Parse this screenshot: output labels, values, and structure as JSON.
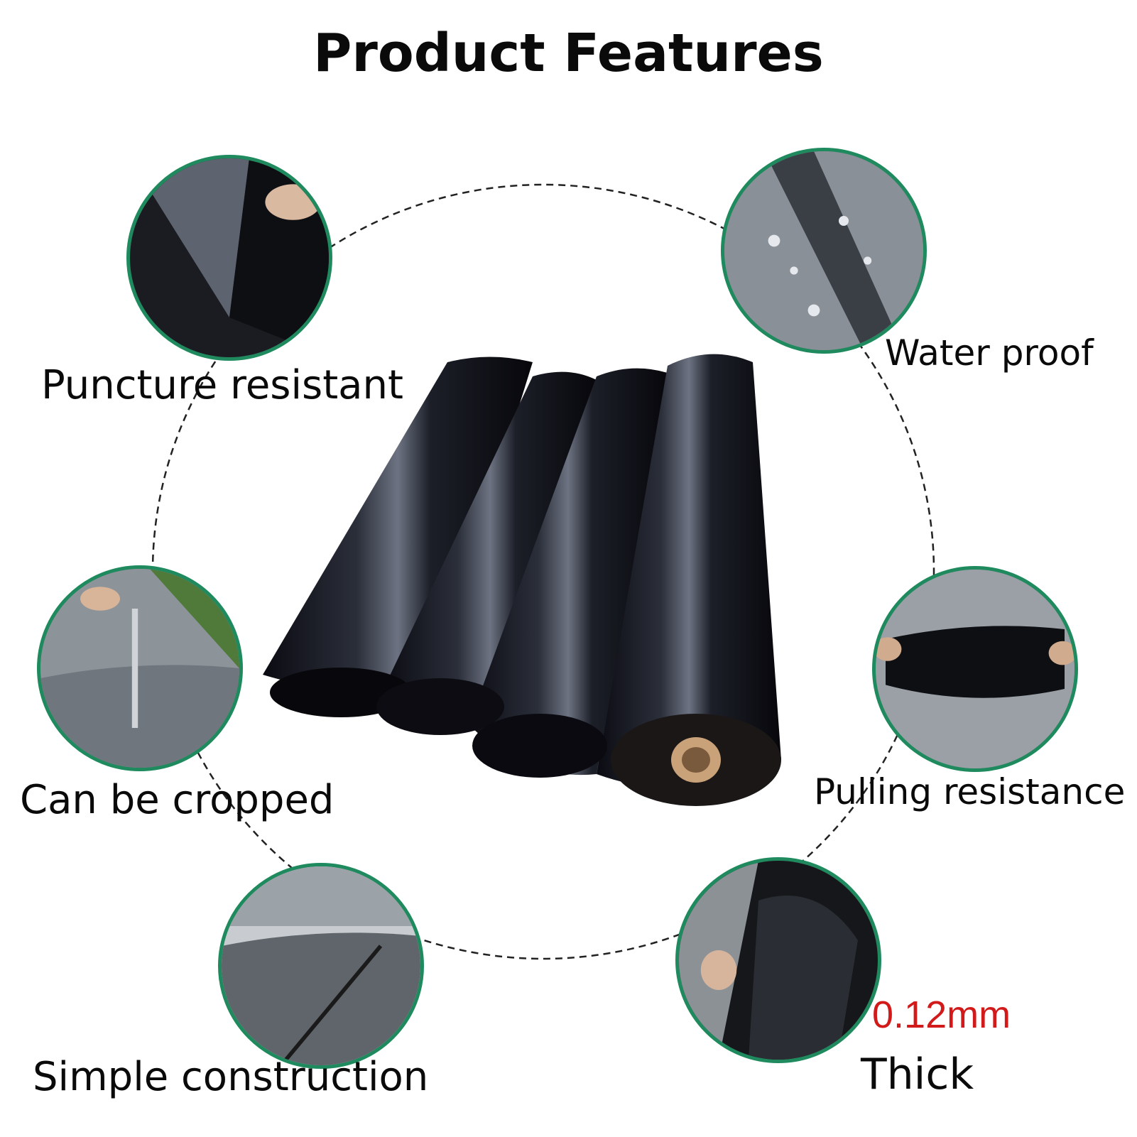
{
  "title": "Product Features",
  "features": {
    "puncture": {
      "label": "Puncture resistant"
    },
    "waterproof": {
      "label": "Water proof"
    },
    "cropped": {
      "label": "Can be cropped"
    },
    "pulling": {
      "label": "Pulling resistance"
    },
    "construction": {
      "label": "Simple construction"
    },
    "thick": {
      "value": "0.12mm",
      "label": "Thick"
    }
  },
  "colors": {
    "ring_border": "#1e8a5e",
    "thickness_text": "#d21a1a",
    "text": "#0a0a0a"
  }
}
